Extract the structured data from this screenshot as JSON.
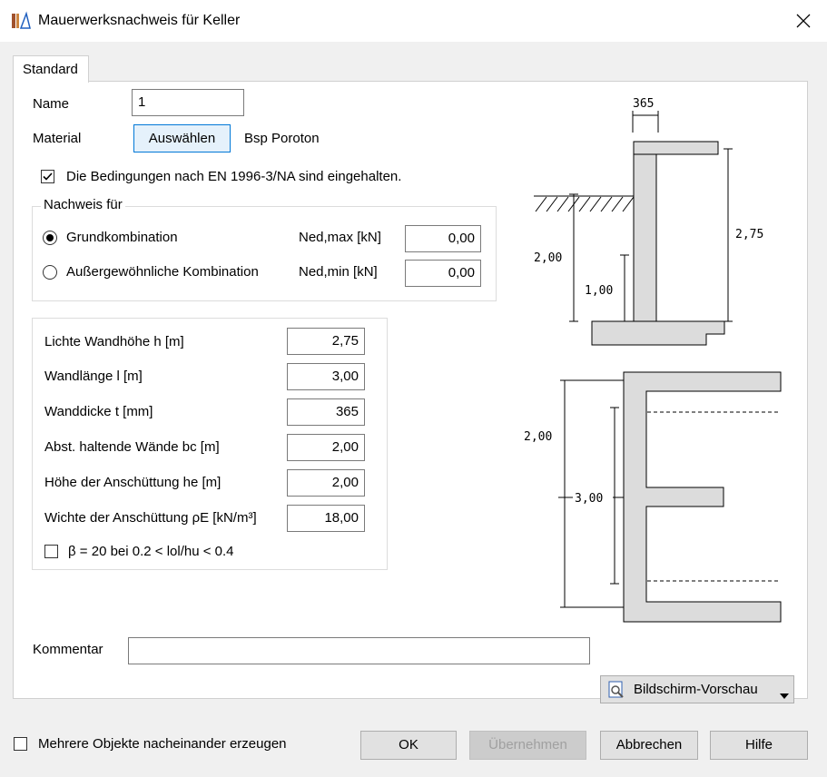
{
  "window": {
    "title": "Mauerwerksnachweis für Keller"
  },
  "tabs": [
    {
      "label": "Standard"
    }
  ],
  "name": {
    "label": "Name",
    "value": "1"
  },
  "material": {
    "label": "Material",
    "button": "Auswählen",
    "value": "Bsp Poroton"
  },
  "en_check": {
    "label": "Die Bedingungen nach EN 1996-3/NA sind eingehalten.",
    "checked": true
  },
  "nachweis": {
    "group_label": "Nachweis für",
    "options": [
      {
        "label": "Grundkombination",
        "selected": true,
        "field_label": "Ned,max [kN]",
        "field_value": "0,00"
      },
      {
        "label": "Außergewöhnliche Kombination",
        "selected": false,
        "field_label": "Ned,min [kN]",
        "field_value": "0,00"
      }
    ]
  },
  "params": [
    {
      "label": "Lichte Wandhöhe h [m]",
      "value": "2,75"
    },
    {
      "label": "Wandlänge l [m]",
      "value": "3,00"
    },
    {
      "label": "Wanddicke t [mm]",
      "value": "365"
    },
    {
      "label": "Abst. haltende Wände bc [m]",
      "value": "2,00"
    },
    {
      "label": "Höhe der Anschüttung he [m]",
      "value": "2,00"
    },
    {
      "label": "Wichte der Anschüttung ρE [kN/m³]",
      "value": "18,00"
    }
  ],
  "beta": {
    "label": "β = 20 bei 0.2 < lol/hu < 0.4",
    "checked": false
  },
  "kommentar": {
    "label": "Kommentar",
    "value": ""
  },
  "preview_button": {
    "label": "Bildschirm-Vorschau"
  },
  "footer": {
    "multi_label": "Mehrere Objekte nacheinander erzeugen",
    "multi_checked": false,
    "ok": "OK",
    "apply": "Übernehmen",
    "cancel": "Abbrechen",
    "help": "Hilfe"
  },
  "diagram": {
    "top": {
      "dim_top": "365",
      "dim_left": "2,00",
      "dim_inner": "1,00",
      "dim_right": "2,75"
    },
    "plan": {
      "dim_left": "2,00",
      "dim_mid": "3,00"
    }
  }
}
